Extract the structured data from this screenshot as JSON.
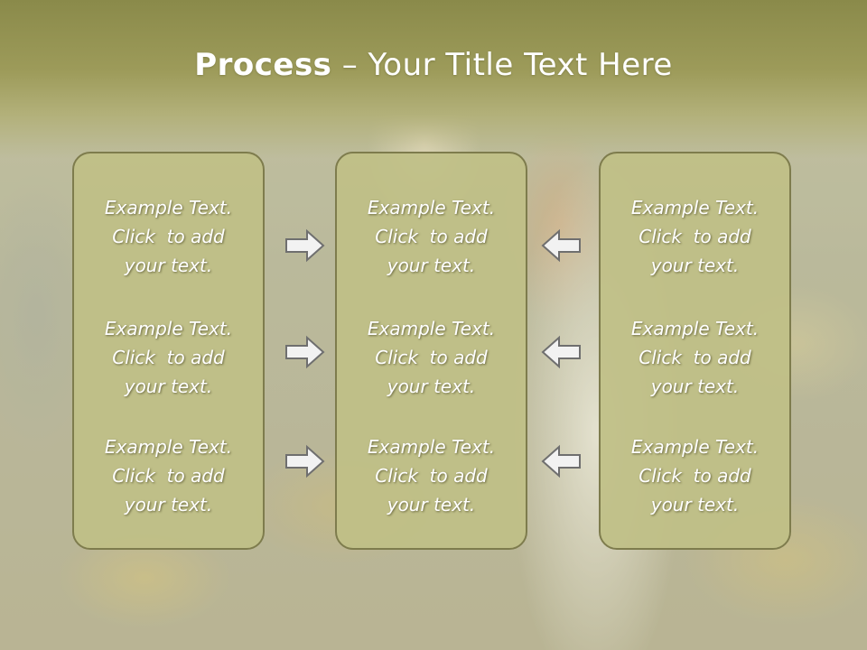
{
  "slide": {
    "title_bold": "Process",
    "title_rest": " – Your Title Text Here"
  },
  "panels": [
    {
      "name": "left",
      "items": [
        {
          "line1": "Example Text.",
          "line2": "Click  to add",
          "line3": "your text."
        },
        {
          "line1": "Example Text.",
          "line2": "Click  to add",
          "line3": "your text."
        },
        {
          "line1": "Example Text.",
          "line2": "Click  to add",
          "line3": "your text."
        }
      ]
    },
    {
      "name": "center",
      "items": [
        {
          "line1": "Example Text.",
          "line2": "Click  to add",
          "line3": "your text."
        },
        {
          "line1": "Example Text.",
          "line2": "Click  to add",
          "line3": "your text."
        },
        {
          "line1": "Example Text.",
          "line2": "Click  to add",
          "line3": "your text."
        }
      ]
    },
    {
      "name": "right",
      "items": [
        {
          "line1": "Example Text.",
          "line2": "Click  to add",
          "line3": "your text."
        },
        {
          "line1": "Example Text.",
          "line2": "Click  to add",
          "line3": "your text."
        },
        {
          "line1": "Example Text.",
          "line2": "Click  to add",
          "line3": "your text."
        }
      ]
    }
  ],
  "arrows": {
    "left_column": "right-arrow-icon",
    "right_column": "left-arrow-icon"
  },
  "colors": {
    "title_band": "#9d9b5a",
    "panel_fill": "#c0bf86",
    "panel_border": "#7e7c4d",
    "text": "#ffffff",
    "arrow_fill": "#f2f2f2",
    "arrow_stroke": "#6f6f6f"
  }
}
